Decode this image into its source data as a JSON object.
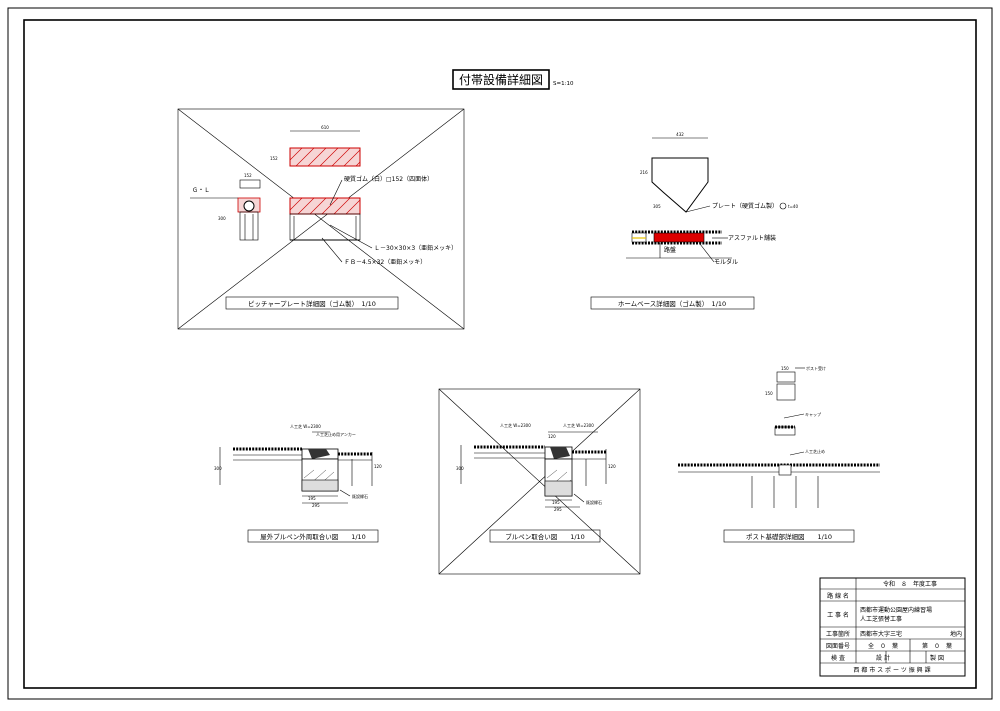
{
  "drawing": {
    "title": "付帯設備詳細図",
    "scale": "S=1:10"
  },
  "pitcher_plate": {
    "caption": "ピッチャープレート詳細図（ゴム製）　1/10",
    "gl_label": "Ｇ・Ｌ",
    "label_rubber": "硬質ゴム（白）□152（四面体）",
    "label_angle": "Ｌ－30×30×3（亜鉛メッキ）",
    "label_fb": "ＦＢ－4.5×32（亜鉛メッキ）"
  },
  "home_base": {
    "caption": "ホームベース詳細図（ゴム製）　1/10",
    "label_plate": "プレート（硬質ゴム製）",
    "label_plate_t": "t=40",
    "label_asphalt": "アスファルト舗装",
    "label_ground": "路盤",
    "label_mortar": "モルタル"
  },
  "outdoor_bullpen": {
    "caption": "屋外ブルペン外周取合い図　　1/10"
  },
  "bullpen": {
    "caption": "ブルペン取合い図　　1/10"
  },
  "post_foundation": {
    "caption": "ポスト基礎部詳細図　　1/10"
  },
  "title_block": {
    "year": "令和　８　年度工事",
    "route_label": "路 線 名",
    "work_label": "工 事 名",
    "work_name_1": "西都市運動公園屋内練習場",
    "work_name_2": "人工芝張替工事",
    "place_label": "工事箇所",
    "place": "西都市大字三宅",
    "place_suffix": "地内",
    "drawing_no_label": "図面番号",
    "drawing_no_total": "全　０　葉",
    "drawing_no_sheet": "第　０　葉",
    "inspect_label": "検 査",
    "design_label": "設 計",
    "draft_label": "製 図",
    "office": "西 都 市 ス ポ ー ツ 振 興 課"
  }
}
